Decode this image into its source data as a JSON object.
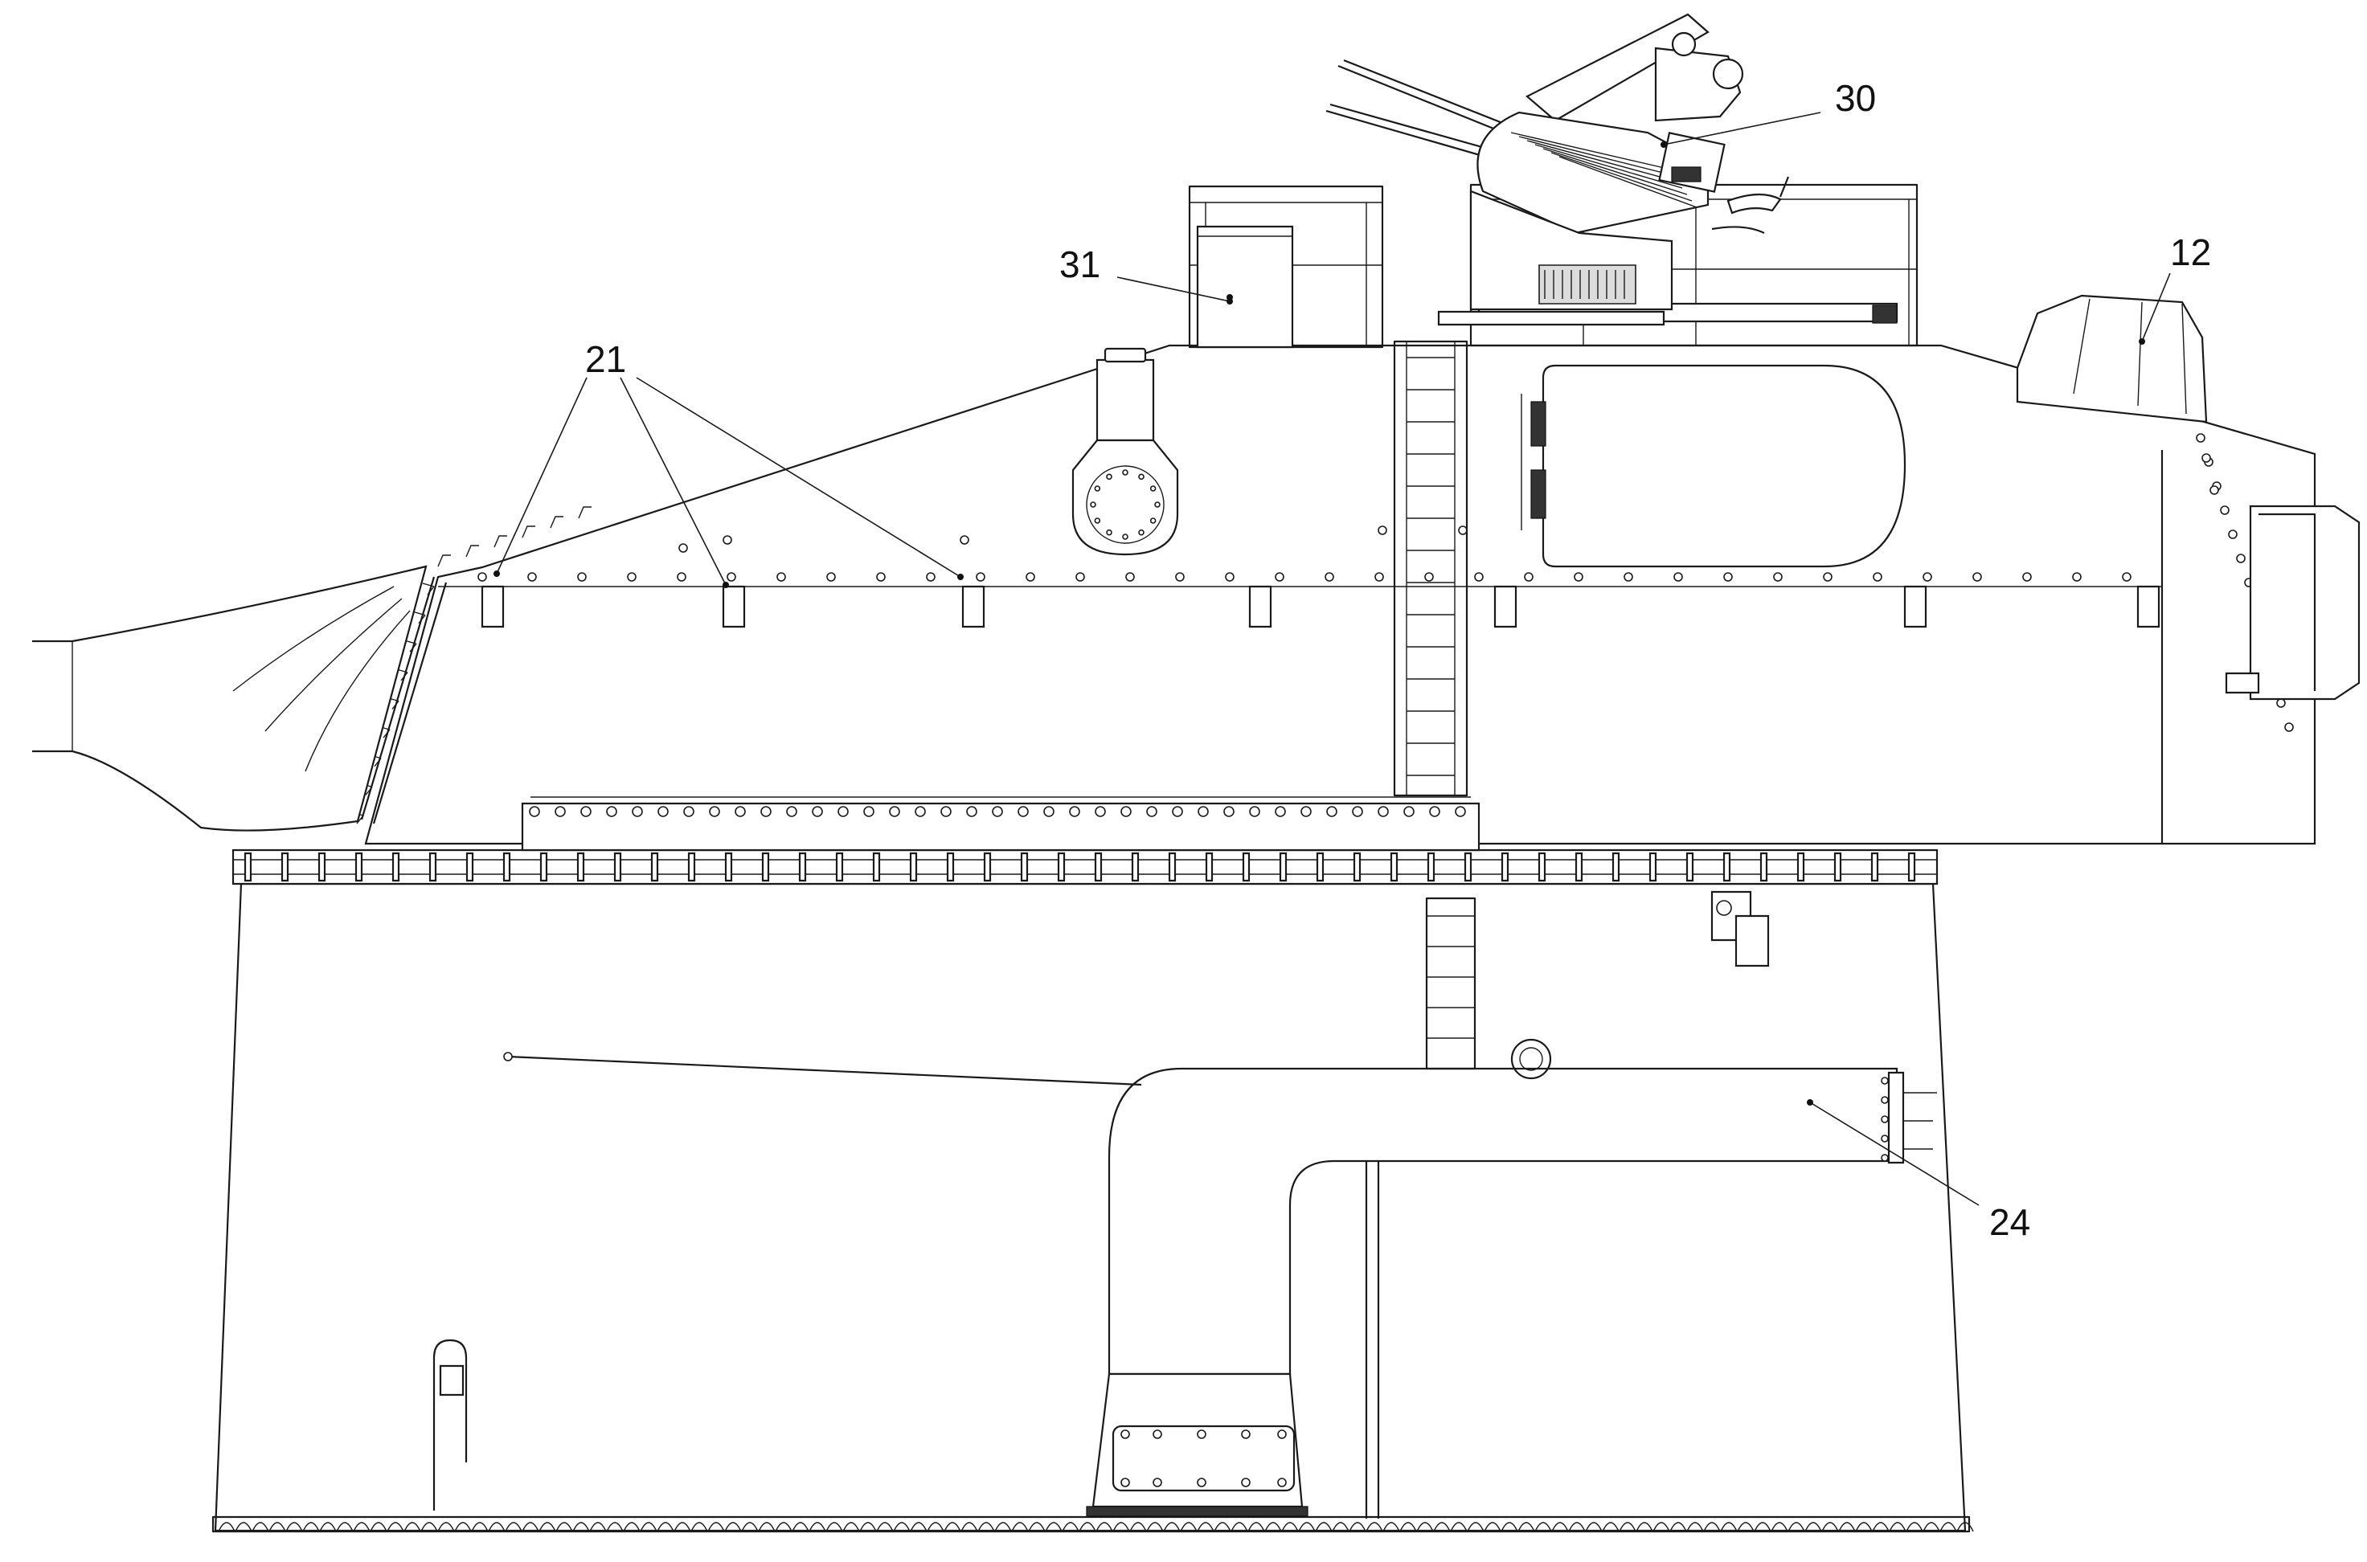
{
  "callouts": [
    {
      "id": "c12",
      "label": "12"
    },
    {
      "id": "c21",
      "label": "21"
    },
    {
      "id": "c24",
      "label": "24"
    },
    {
      "id": "c30",
      "label": "30"
    },
    {
      "id": "c31",
      "label": "31"
    }
  ],
  "colors": {
    "line": "#1a1a1a",
    "background": "#ffffff"
  }
}
